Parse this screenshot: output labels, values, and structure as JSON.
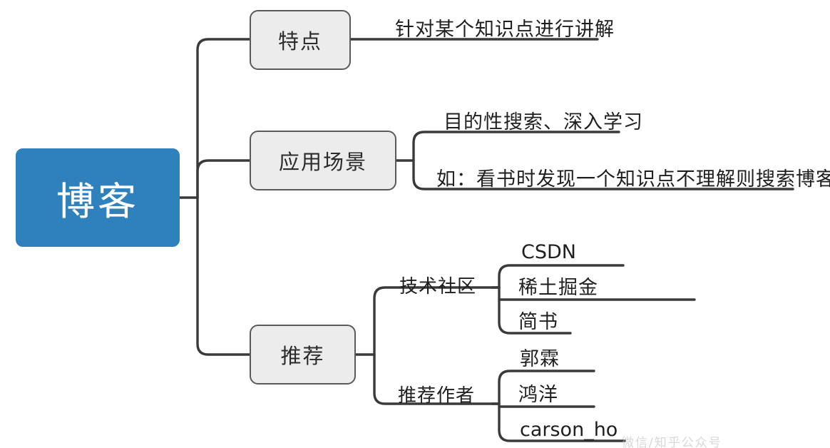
{
  "diagram": {
    "type": "mind-map",
    "orientation": "left-to-right",
    "root": {
      "label": "博客",
      "fill": "#2F81BE",
      "text_color": "#ffffff"
    },
    "branch_fill": "#ECECEC",
    "branch_border": "#5a5a5a",
    "line_color": "#3a3a3a",
    "branches": [
      {
        "label": "特点",
        "children": [
          {
            "label": "针对某个知识点进行讲解"
          }
        ]
      },
      {
        "label": "应用场景",
        "children": [
          {
            "label": "目的性搜索、深入学习"
          },
          {
            "label": "如：看书时发现一个知识点不理解则搜索博客"
          }
        ]
      },
      {
        "label": "推荐",
        "children": [
          {
            "label": "技术社区",
            "children": [
              {
                "label": "CSDN"
              },
              {
                "label": "稀土掘金"
              },
              {
                "label": "简书"
              }
            ]
          },
          {
            "label": "推荐作者",
            "children": [
              {
                "label": "郭霖"
              },
              {
                "label": "鸿洋"
              },
              {
                "label": "carson_ho"
              }
            ]
          }
        ]
      }
    ],
    "watermark": "微信/知乎公众号"
  }
}
